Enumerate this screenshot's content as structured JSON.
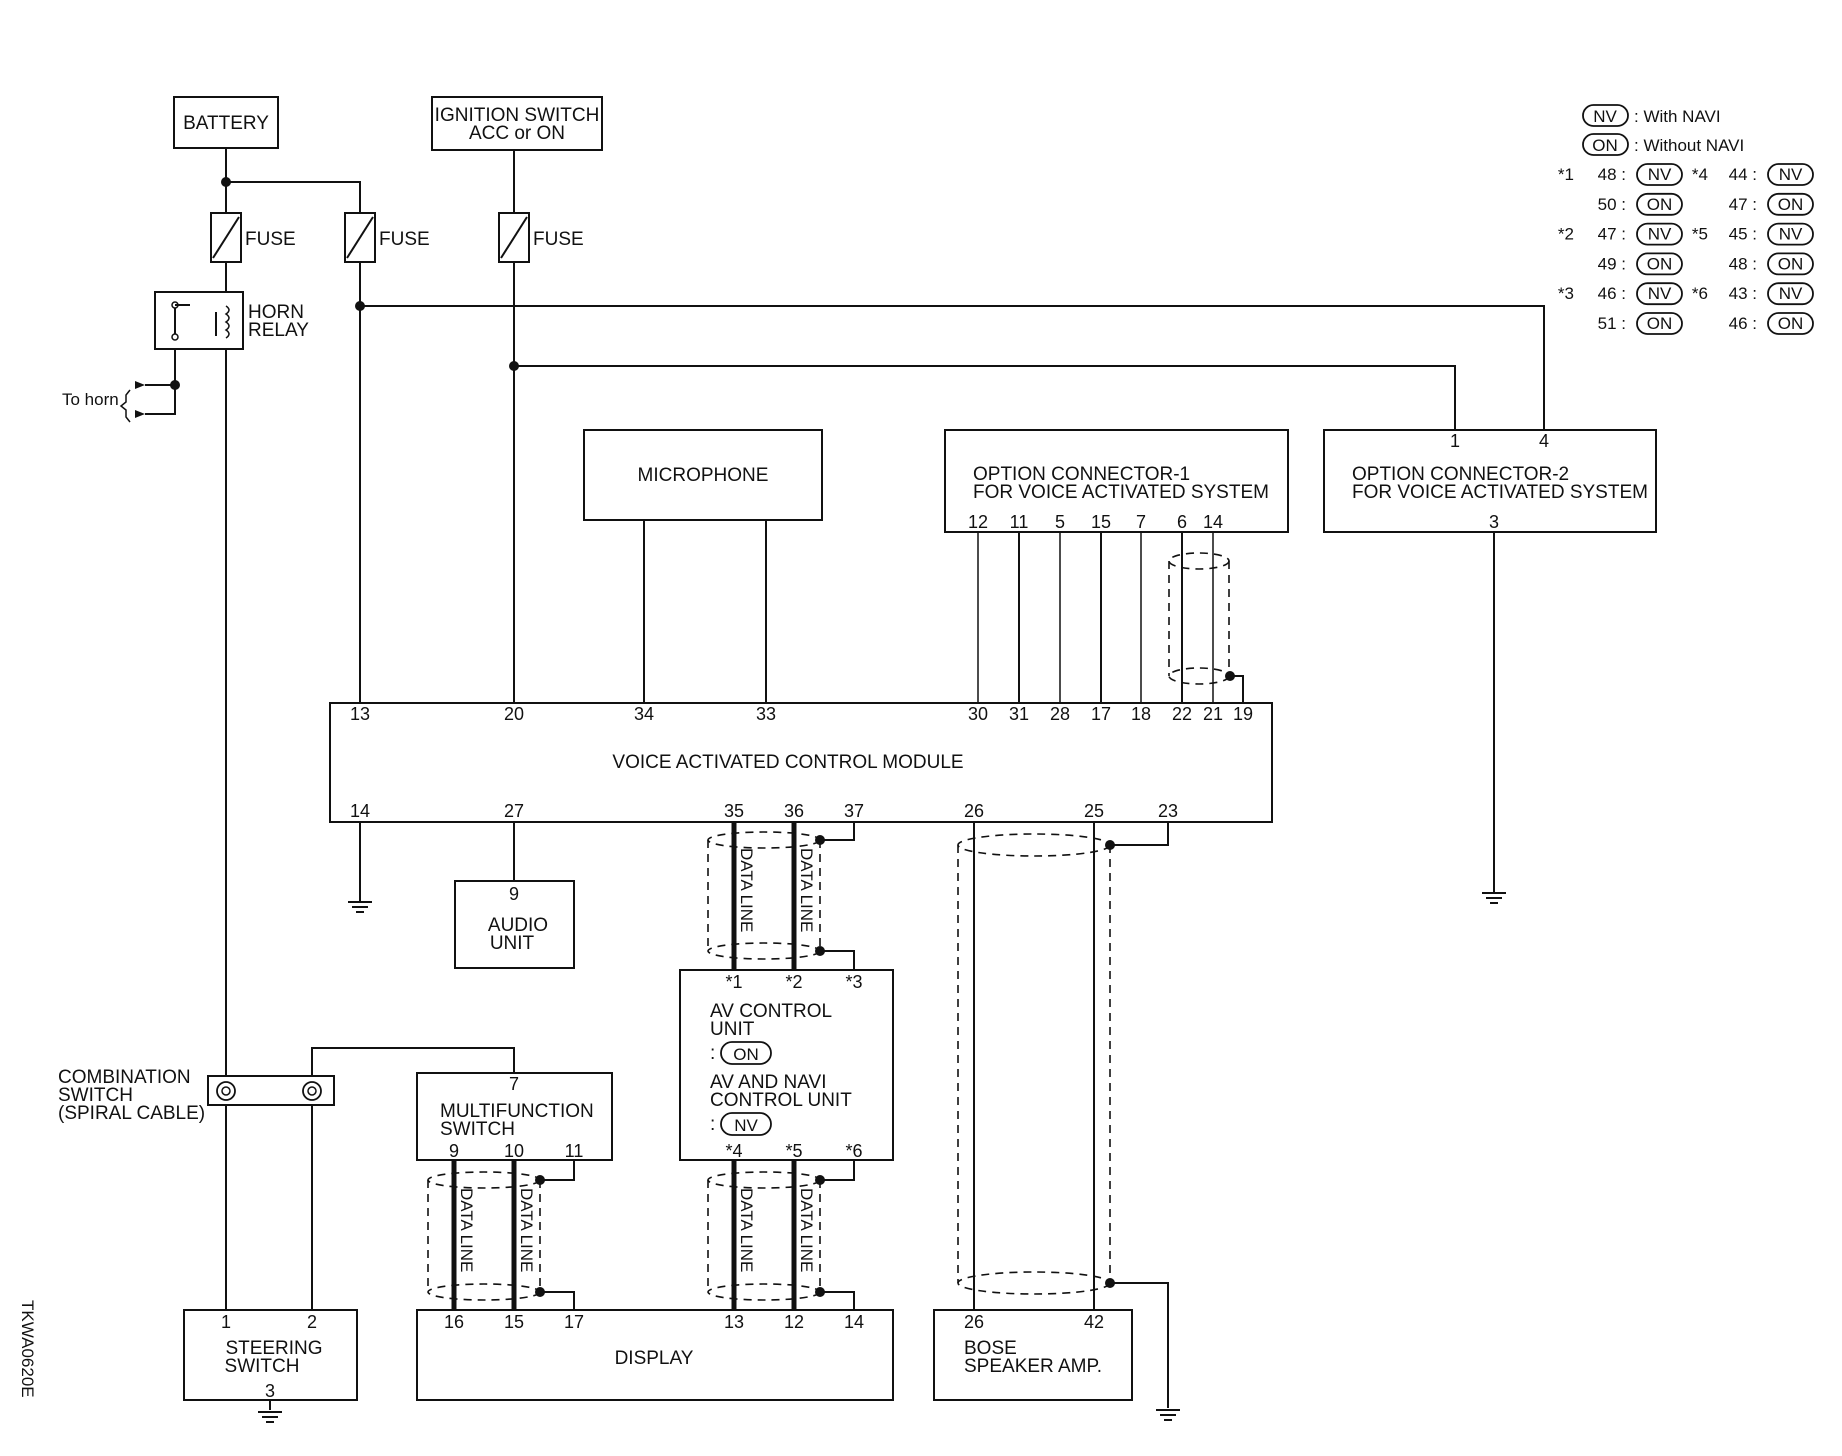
{
  "components": {
    "battery": "BATTERY",
    "ignition_l1": "IGNITION SWITCH",
    "ignition_l2": "ACC or ON",
    "fuse": "FUSE",
    "horn_relay_l1": "HORN",
    "horn_relay_l2": "RELAY",
    "to_horn": "To horn",
    "microphone": "MICROPHONE",
    "opt1_l1": "OPTION CONNECTOR-1",
    "opt1_l2": "FOR VOICE ACTIVATED SYSTEM",
    "opt2_l1": "OPTION CONNECTOR-2",
    "opt2_l2": "FOR VOICE ACTIVATED SYSTEM",
    "vacm": "VOICE ACTIVATED CONTROL MODULE",
    "audio_l1": "AUDIO",
    "audio_l2": "UNIT",
    "av_l1": "AV CONTROL",
    "av_l2": "UNIT",
    "avnavi_l1": "AV AND NAVI",
    "avnavi_l2": "CONTROL UNIT",
    "combo_l1": "COMBINATION",
    "combo_l2": "SWITCH",
    "combo_l3": "(SPIRAL CABLE)",
    "multi_l1": "MULTIFUNCTION",
    "multi_l2": "SWITCH",
    "steering_l1": "STEERING",
    "steering_l2": "SWITCH",
    "display": "DISPLAY",
    "bose_l1": "BOSE",
    "bose_l2": "SPEAKER AMP.",
    "data_line": "DATA LINE",
    "figure_id": "TKWA0620E"
  },
  "legend": {
    "nv": "NV",
    "on": "ON",
    "nv_desc": ": With NAVI",
    "on_desc": ": Without NAVI",
    "rows": [
      {
        "star": "*1",
        "pin": "48 :",
        "tag": "NV",
        "star2": "*4",
        "pin2": "44 :",
        "tag2": "NV"
      },
      {
        "star": "",
        "pin": "50 :",
        "tag": "ON",
        "star2": "",
        "pin2": "47 :",
        "tag2": "ON"
      },
      {
        "star": "*2",
        "pin": "47 :",
        "tag": "NV",
        "star2": "*5",
        "pin2": "45 :",
        "tag2": "NV"
      },
      {
        "star": "",
        "pin": "49 :",
        "tag": "ON",
        "star2": "",
        "pin2": "48 :",
        "tag2": "ON"
      },
      {
        "star": "*3",
        "pin": "46 :",
        "tag": "NV",
        "star2": "*6",
        "pin2": "43 :",
        "tag2": "NV"
      },
      {
        "star": "",
        "pin": "51 :",
        "tag": "ON",
        "star2": "",
        "pin2": "46 :",
        "tag2": "ON"
      }
    ]
  },
  "pins": {
    "opt1": [
      "12",
      "11",
      "5",
      "15",
      "7",
      "6",
      "14"
    ],
    "opt2_top": [
      "1",
      "4"
    ],
    "opt2_bottom": "3",
    "vacm_top": [
      "13",
      "20",
      "34",
      "33",
      "30",
      "31",
      "28",
      "17",
      "18",
      "22",
      "21",
      "19"
    ],
    "vacm_bottom": [
      "14",
      "27",
      "35",
      "36",
      "37",
      "26",
      "25",
      "23"
    ],
    "audio": "9",
    "av_top": [
      "*1",
      "*2",
      "*3"
    ],
    "av_bottom": [
      "*4",
      "*5",
      "*6"
    ],
    "multi_top": "7",
    "multi_bottom": [
      "9",
      "10",
      "11"
    ],
    "steering_top": [
      "1",
      "2"
    ],
    "steering_bottom": "3",
    "display": [
      "16",
      "15",
      "17",
      "13",
      "12",
      "14"
    ],
    "bose": [
      "26",
      "42"
    ]
  }
}
